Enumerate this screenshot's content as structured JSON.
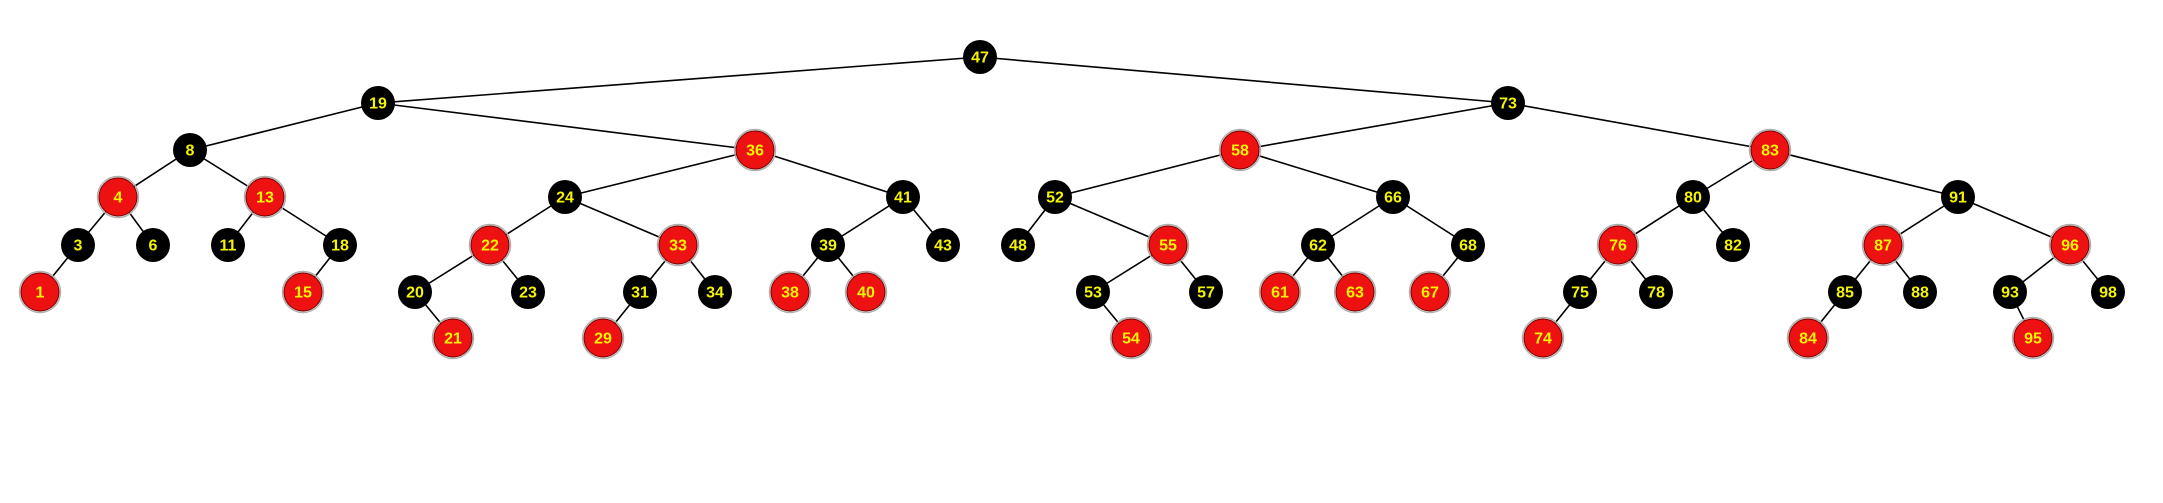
{
  "colors": {
    "black_node": "#000000",
    "red_node": "#ee1111",
    "label": "#f4f400",
    "edge": "#000000"
  },
  "tree": {
    "nodes": [
      {
        "id": "47",
        "label": "47",
        "color": "black",
        "parent": null
      },
      {
        "id": "19",
        "label": "19",
        "color": "black",
        "parent": "47"
      },
      {
        "id": "73",
        "label": "73",
        "color": "black",
        "parent": "47"
      },
      {
        "id": "8",
        "label": "8",
        "color": "black",
        "parent": "19"
      },
      {
        "id": "36",
        "label": "36",
        "color": "red",
        "parent": "19"
      },
      {
        "id": "58",
        "label": "58",
        "color": "red",
        "parent": "73"
      },
      {
        "id": "83",
        "label": "83",
        "color": "red",
        "parent": "73"
      },
      {
        "id": "4",
        "label": "4",
        "color": "red",
        "parent": "8"
      },
      {
        "id": "13",
        "label": "13",
        "color": "red",
        "parent": "8"
      },
      {
        "id": "24",
        "label": "24",
        "color": "black",
        "parent": "36"
      },
      {
        "id": "41",
        "label": "41",
        "color": "black",
        "parent": "36"
      },
      {
        "id": "52",
        "label": "52",
        "color": "black",
        "parent": "58"
      },
      {
        "id": "66",
        "label": "66",
        "color": "black",
        "parent": "58"
      },
      {
        "id": "80",
        "label": "80",
        "color": "black",
        "parent": "83"
      },
      {
        "id": "91",
        "label": "91",
        "color": "black",
        "parent": "83"
      },
      {
        "id": "3",
        "label": "3",
        "color": "black",
        "parent": "4"
      },
      {
        "id": "6",
        "label": "6",
        "color": "black",
        "parent": "4"
      },
      {
        "id": "11",
        "label": "11",
        "color": "black",
        "parent": "13"
      },
      {
        "id": "18",
        "label": "18",
        "color": "black",
        "parent": "13"
      },
      {
        "id": "22",
        "label": "22",
        "color": "red",
        "parent": "24"
      },
      {
        "id": "33",
        "label": "33",
        "color": "red",
        "parent": "24"
      },
      {
        "id": "39",
        "label": "39",
        "color": "black",
        "parent": "41"
      },
      {
        "id": "43",
        "label": "43",
        "color": "black",
        "parent": "41"
      },
      {
        "id": "48",
        "label": "48",
        "color": "black",
        "parent": "52"
      },
      {
        "id": "55",
        "label": "55",
        "color": "red",
        "parent": "52"
      },
      {
        "id": "62",
        "label": "62",
        "color": "black",
        "parent": "66"
      },
      {
        "id": "68",
        "label": "68",
        "color": "black",
        "parent": "66"
      },
      {
        "id": "76",
        "label": "76",
        "color": "red",
        "parent": "80"
      },
      {
        "id": "82",
        "label": "82",
        "color": "black",
        "parent": "80"
      },
      {
        "id": "87",
        "label": "87",
        "color": "red",
        "parent": "91"
      },
      {
        "id": "96",
        "label": "96",
        "color": "red",
        "parent": "91"
      },
      {
        "id": "1",
        "label": "1",
        "color": "red",
        "parent": "3"
      },
      {
        "id": "15",
        "label": "15",
        "color": "red",
        "parent": "18"
      },
      {
        "id": "20",
        "label": "20",
        "color": "black",
        "parent": "22"
      },
      {
        "id": "23",
        "label": "23",
        "color": "black",
        "parent": "22"
      },
      {
        "id": "31",
        "label": "31",
        "color": "black",
        "parent": "33"
      },
      {
        "id": "34",
        "label": "34",
        "color": "black",
        "parent": "33"
      },
      {
        "id": "38",
        "label": "38",
        "color": "red",
        "parent": "39"
      },
      {
        "id": "40",
        "label": "40",
        "color": "red",
        "parent": "39"
      },
      {
        "id": "53",
        "label": "53",
        "color": "black",
        "parent": "55"
      },
      {
        "id": "57",
        "label": "57",
        "color": "black",
        "parent": "55"
      },
      {
        "id": "61",
        "label": "61",
        "color": "red",
        "parent": "62"
      },
      {
        "id": "63",
        "label": "63",
        "color": "red",
        "parent": "62"
      },
      {
        "id": "67",
        "label": "67",
        "color": "red",
        "parent": "68"
      },
      {
        "id": "75",
        "label": "75",
        "color": "black",
        "parent": "76"
      },
      {
        "id": "78",
        "label": "78",
        "color": "black",
        "parent": "76"
      },
      {
        "id": "85",
        "label": "85",
        "color": "black",
        "parent": "87"
      },
      {
        "id": "88",
        "label": "88",
        "color": "black",
        "parent": "87"
      },
      {
        "id": "93",
        "label": "93",
        "color": "black",
        "parent": "96"
      },
      {
        "id": "98",
        "label": "98",
        "color": "black",
        "parent": "96"
      },
      {
        "id": "21",
        "label": "21",
        "color": "red",
        "parent": "20"
      },
      {
        "id": "29",
        "label": "29",
        "color": "red",
        "parent": "31"
      },
      {
        "id": "54",
        "label": "54",
        "color": "red",
        "parent": "53"
      },
      {
        "id": "74",
        "label": "74",
        "color": "red",
        "parent": "75"
      },
      {
        "id": "84",
        "label": "84",
        "color": "red",
        "parent": "85"
      },
      {
        "id": "95",
        "label": "95",
        "color": "red",
        "parent": "93"
      }
    ]
  }
}
